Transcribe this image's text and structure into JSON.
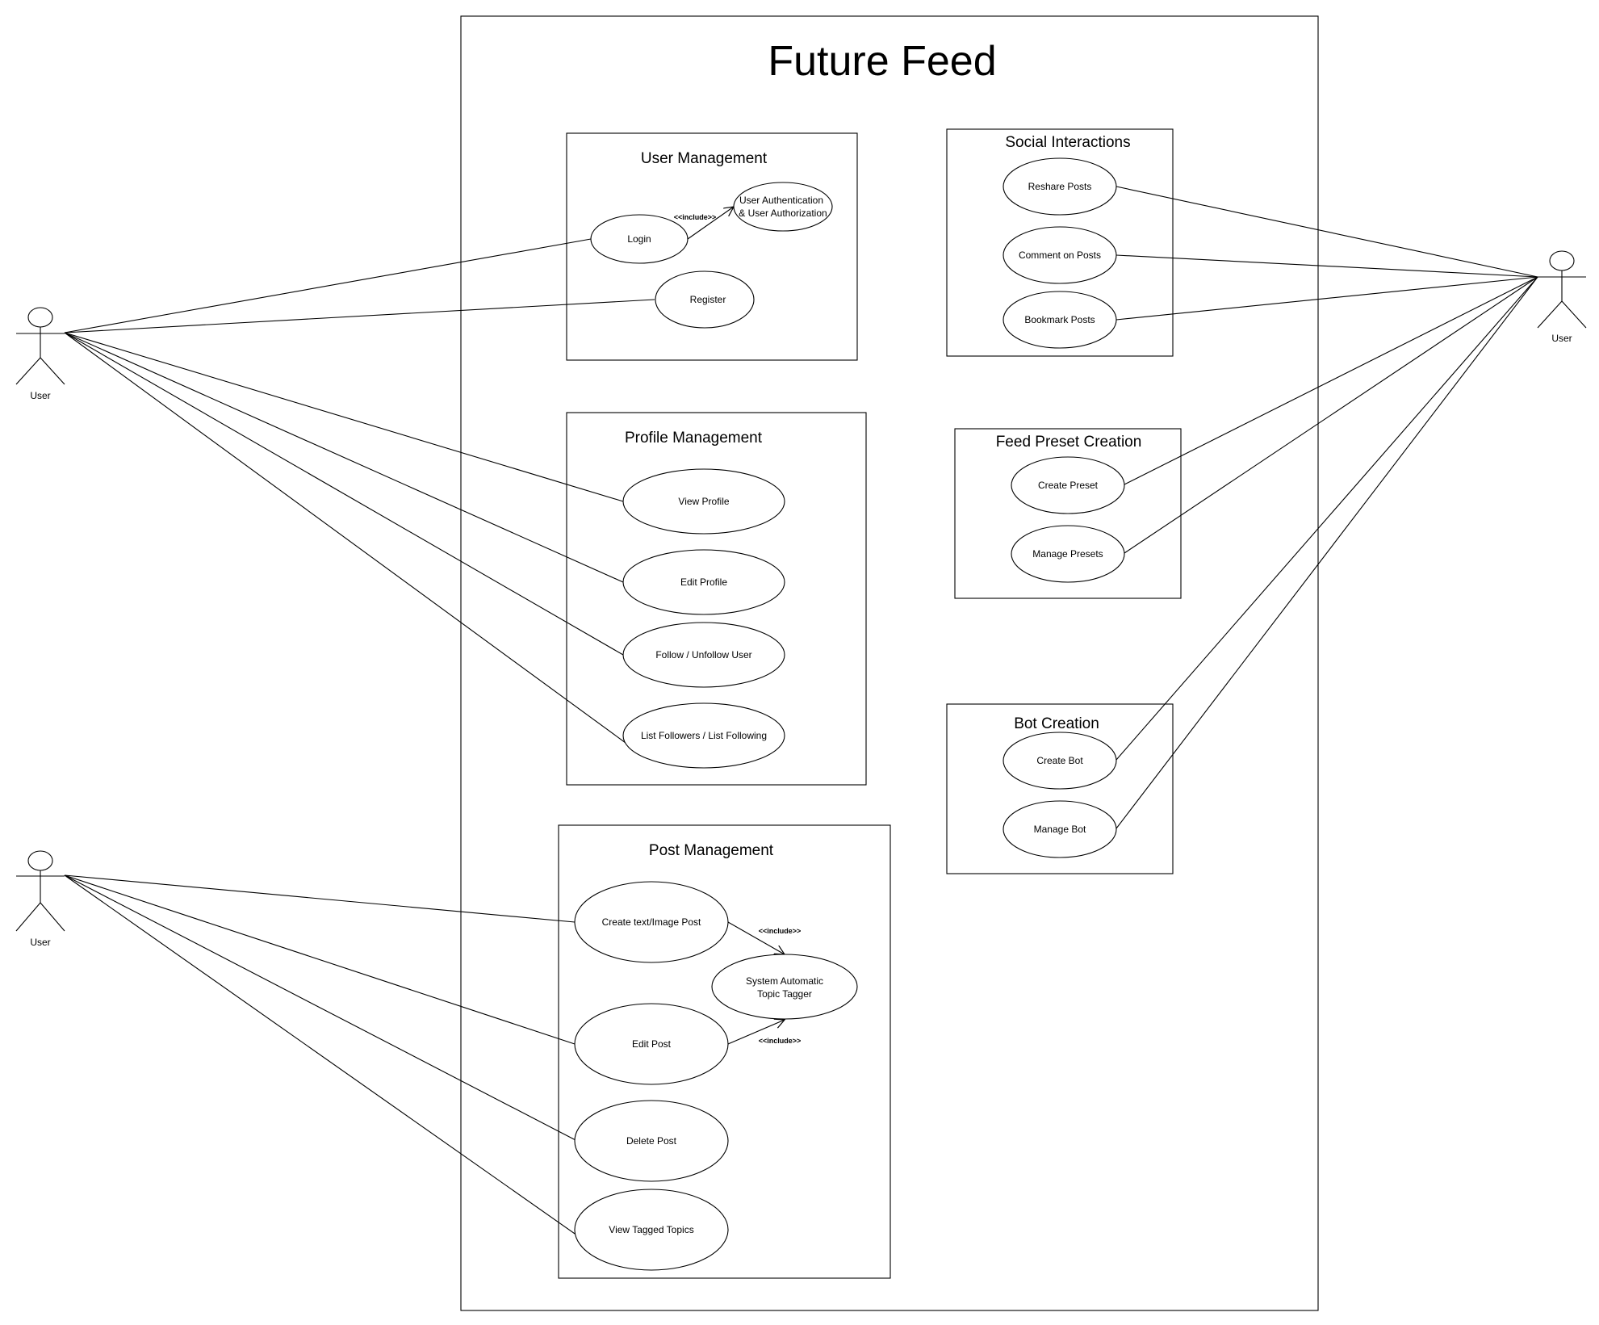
{
  "system": {
    "title": "Future Feed"
  },
  "actors": {
    "left_top": "User",
    "left_bottom": "User",
    "right": "User"
  },
  "packages": {
    "user_management": {
      "title": "User Management",
      "login": "Login",
      "auth_line1": "User Authentication",
      "auth_line2": "& User  Authorization",
      "register": "Register",
      "include": "<<include>>"
    },
    "profile_management": {
      "title": "Profile Management",
      "view_profile": "View Profile",
      "edit_profile": "Edit Profile",
      "follow_unfollow": "Follow / Unfollow User",
      "list_followers": "List Followers / List Following"
    },
    "post_management": {
      "title": "Post Management",
      "create_post": "Create text/Image Post",
      "tagger_line1": "System Automatic",
      "tagger_line2": "Topic Tagger",
      "edit_post": "Edit Post",
      "delete_post": "Delete Post",
      "view_tagged": "View Tagged Topics",
      "include_top": "<<include>>",
      "include_bottom": "<<include>>"
    },
    "social_interactions": {
      "title": "Social Interactions",
      "reshare": "Reshare Posts",
      "comment": "Comment on Posts",
      "bookmark": "Bookmark Posts"
    },
    "feed_preset_creation": {
      "title": "Feed Preset Creation",
      "create_preset": "Create Preset",
      "manage_presets": "Manage Presets"
    },
    "bot_creation": {
      "title": "Bot Creation",
      "create_bot": "Create Bot",
      "manage_bot": "Manage Bot"
    }
  }
}
